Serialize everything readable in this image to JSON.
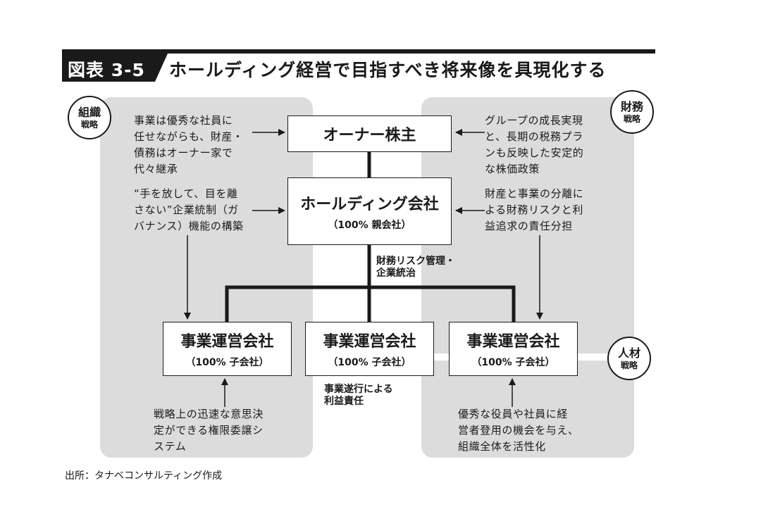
{
  "title": {
    "label": "図表 3-5",
    "text": "ホールディング経営で目指すべき将来像を具現化する"
  },
  "strategy_circles": {
    "organization": {
      "main": "組織",
      "sub": "戦略"
    },
    "finance": {
      "main": "財務",
      "sub": "戦略"
    },
    "human_resources": {
      "main": "人材",
      "sub": "戦略"
    }
  },
  "boxes": {
    "owner": {
      "label": "オーナー株主"
    },
    "holding": {
      "label": "ホールディング会社",
      "sub": "（100% 親会社）"
    },
    "operating": [
      {
        "label": "事業運営会社",
        "sub": "（100% 子会社）"
      },
      {
        "label": "事業運営会社",
        "sub": "（100% 子会社）"
      },
      {
        "label": "事業運営会社",
        "sub": "（100% 子会社）"
      }
    ]
  },
  "notes": {
    "left_top": "事業は優秀な社員に\n任せながらも、財産・\n債務はオーナー家で\n代々継承",
    "left_mid": "“手を放して、目を離\nさない”企業統制（ガ\nバナンス）機能の構築",
    "left_bottom": "戦略上の迅速な意思決\n定ができる権限委譲シ\nステム",
    "right_top": "グループの成長実現\nと、長期の税務プラ\nンも反映した安定的\nな株価政策",
    "right_mid": "財産と事業の分離に\nよる財務リスクと利\n益追求の責任分担",
    "right_bottom": "優秀な役員や社員に経\n営者登用の機会を与え、\n組織全体を活性化"
  },
  "connector_labels": {
    "holding_role": "財務リスク管理・\n企業統治",
    "operating_role": "事業遂行による\n利益責任"
  },
  "source": "出所：タナベコンサルティング作成",
  "colors": {
    "ink": "#1a1a1a",
    "panel": "#dcdcdc",
    "background": "#ffffff"
  }
}
